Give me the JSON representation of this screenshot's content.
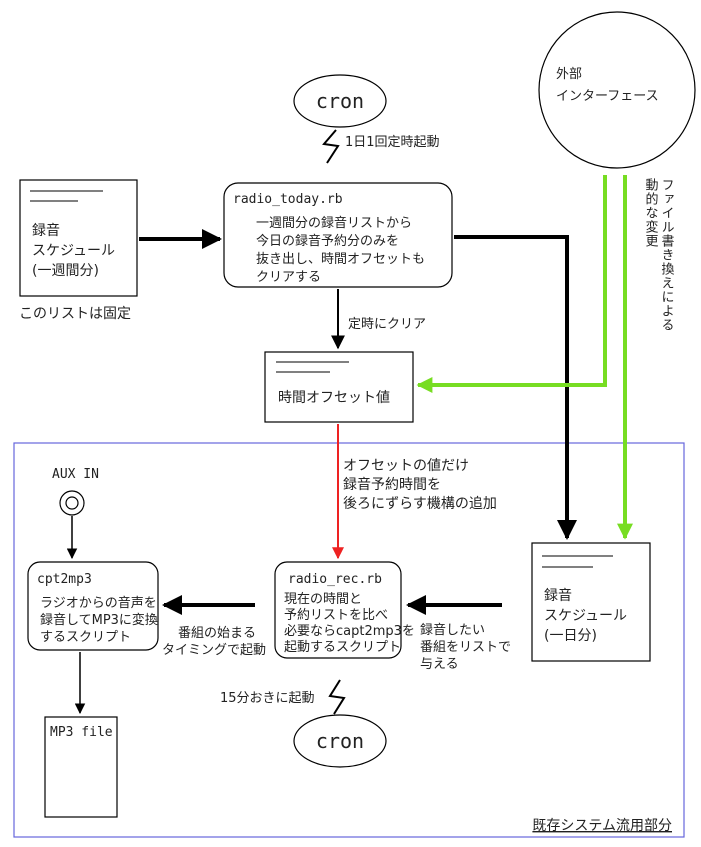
{
  "cron_top": {
    "label": "cron",
    "trigger": "1日1回定時起動"
  },
  "weekly_schedule": {
    "lines": [
      "録音",
      "スケジュール",
      "(一週間分)"
    ],
    "caption": "このリストは固定"
  },
  "radio_today": {
    "title": "radio_today.rb",
    "desc": [
      "一週間分の録音リストから",
      "今日の録音予約分のみを",
      "抜き出し、時間オフセットも",
      "クリアする"
    ]
  },
  "external_interface": {
    "lines": [
      "外部",
      "インターフェース"
    ],
    "note": [
      "ファイル書き換えによる",
      "動的な変更"
    ]
  },
  "clear_label": "定時にクリア",
  "time_offset": {
    "label": "時間オフセット値"
  },
  "offset_note": [
    "オフセットの値だけ",
    "録音予約時間を",
    "後ろにずらす機構の追加"
  ],
  "aux_in": {
    "label": "AUX IN"
  },
  "cpt2mp3": {
    "title": "cpt2mp3",
    "desc": [
      "ラジオからの音声を",
      "録音してMP3に変換",
      "するスクリプト"
    ]
  },
  "start_label": [
    "番組の始まる",
    "タイミングで起動"
  ],
  "radio_rec": {
    "title": "radio_rec.rb",
    "desc": [
      "現在の時間と",
      "予約リストを比べ",
      "必要ならcapt2mp3を",
      "起動するスクリプト"
    ]
  },
  "provide_label": [
    "録音したい",
    "番組をリストで",
    "与える"
  ],
  "daily_schedule": {
    "lines": [
      "録音",
      "スケジュール",
      "(一日分)"
    ]
  },
  "mp3_file": {
    "label": "MP3 file"
  },
  "cron_bottom": {
    "label": "cron",
    "trigger": "15分おきに起動"
  },
  "existing_system": {
    "label": "既存システム流用部分"
  },
  "colors": {
    "green": "#77dd22",
    "red": "#ee2222",
    "region_border": "#6666dd",
    "black": "#000000"
  }
}
